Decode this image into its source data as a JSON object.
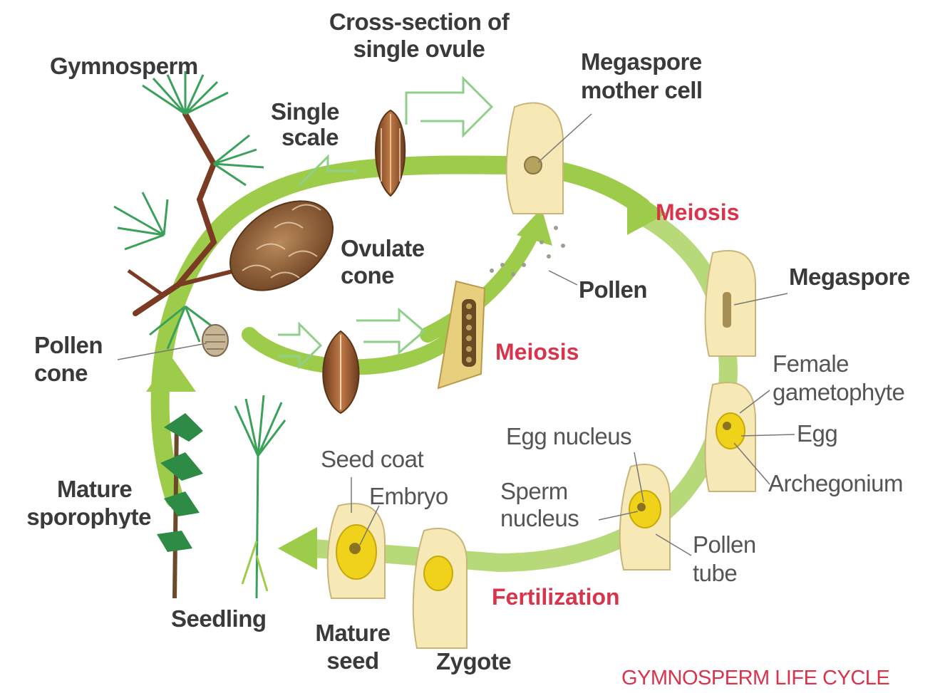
{
  "labels": {
    "gymnosperm": "Gymnosperm",
    "cross_section_1": "Cross-section of",
    "cross_section_2": "single ovule",
    "single_scale_1": "Single",
    "single_scale_2": "scale",
    "megaspore_mother_1": "Megaspore",
    "megaspore_mother_2": "mother cell",
    "meiosis_top": "Meiosis",
    "ovulate_cone_1": "Ovulate",
    "ovulate_cone_2": "cone",
    "pollen": "Pollen",
    "megaspore": "Megaspore",
    "meiosis_middle": "Meiosis",
    "pollen_cone_1": "Pollen",
    "pollen_cone_2": "cone",
    "female_gametophyte_1": "Female",
    "female_gametophyte_2": "gametophyte",
    "egg": "Egg",
    "egg_nucleus": "Egg nucleus",
    "archegonium": "Archegonium",
    "seed_coat": "Seed coat",
    "embryo": "Embryo",
    "sperm_nucleus_1": "Sperm",
    "sperm_nucleus_2": "nucleus",
    "mature_sporophyte_1": "Mature",
    "mature_sporophyte_2": "sporophyte",
    "pollen_tube_1": "Pollen",
    "pollen_tube_2": "tube",
    "fertilization": "Fertilization",
    "seedling": "Seedling",
    "mature_seed_1": "Mature",
    "mature_seed_2": "seed",
    "zygote": "Zygote",
    "title": "GYMNOSPERM LIFE CYCLE"
  },
  "colors": {
    "cycle_arrow": "#9ccc4a",
    "cycle_arrow_light": "#cfe6a5",
    "stage_red": "#d8344c",
    "tissue": "#f6e9b5",
    "tissue_outline": "#c9b57a",
    "yolk": "#f1d21b",
    "cone_brown": "#8a5a32",
    "foliage": "#2e8b45",
    "branch": "#7a3b22"
  }
}
